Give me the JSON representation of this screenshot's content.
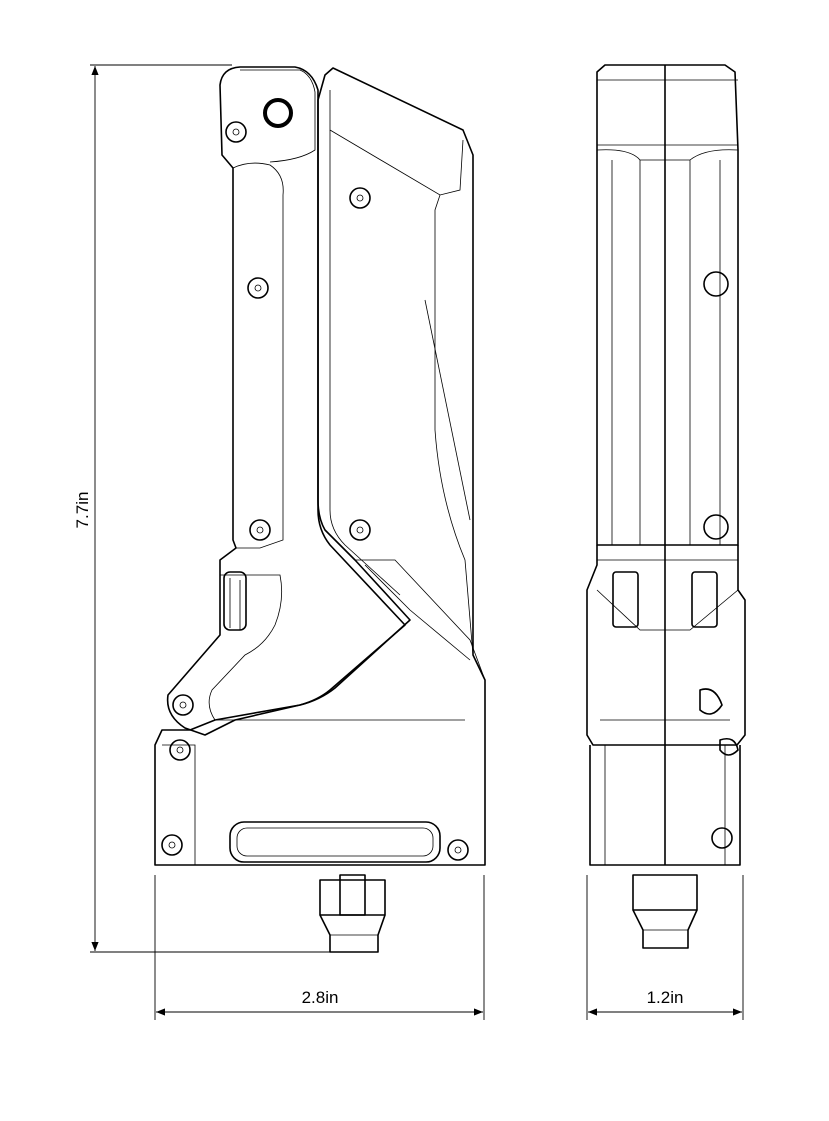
{
  "drawing": {
    "dimensions": {
      "height": "7.7in",
      "width": "2.8in",
      "depth": "1.2in"
    },
    "colors": {
      "line": "#000000",
      "background": "#ffffff"
    }
  }
}
